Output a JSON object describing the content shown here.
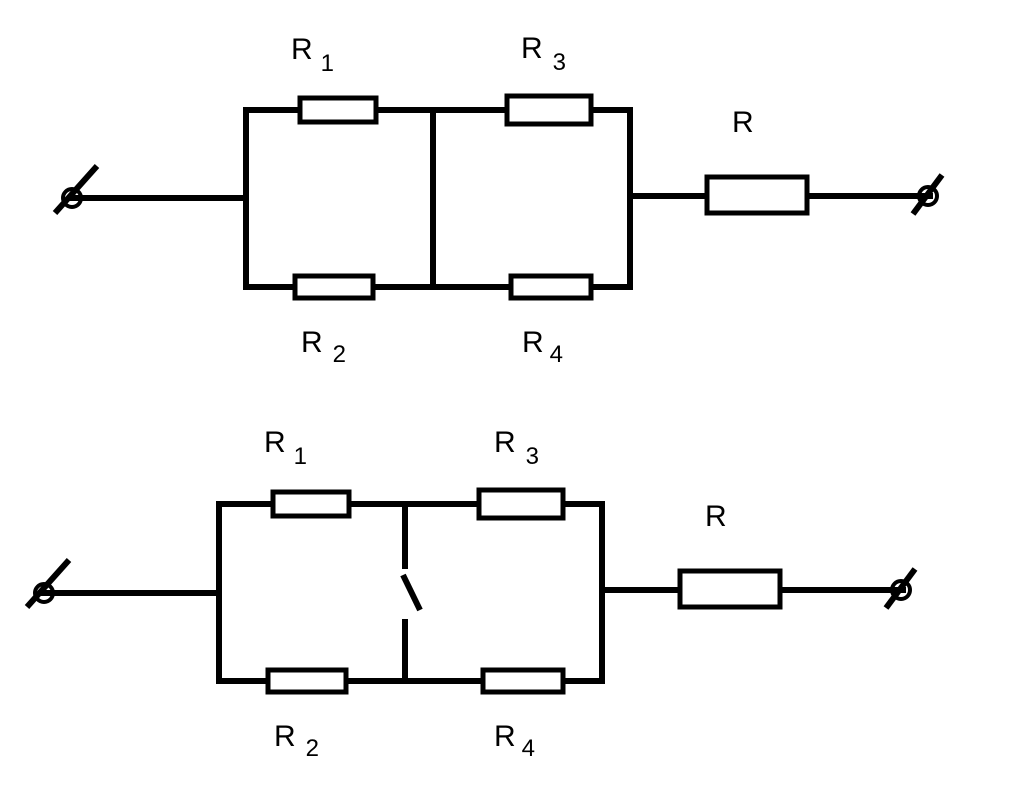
{
  "circuits": [
    {
      "switch": false,
      "labels": {
        "r1": {
          "main": "R",
          "sub": "1"
        },
        "r2": {
          "main": "R",
          "sub": "2"
        },
        "r3": {
          "main": "R",
          "sub": "3"
        },
        "r4": {
          "main": "R",
          "sub": "4"
        },
        "r": {
          "main": "R",
          "sub": ""
        }
      }
    },
    {
      "switch": true,
      "labels": {
        "r1": {
          "main": "R",
          "sub": "1"
        },
        "r2": {
          "main": "R",
          "sub": "2"
        },
        "r3": {
          "main": "R",
          "sub": "3"
        },
        "r4": {
          "main": "R",
          "sub": "4"
        },
        "r": {
          "main": "R",
          "sub": ""
        }
      }
    }
  ]
}
